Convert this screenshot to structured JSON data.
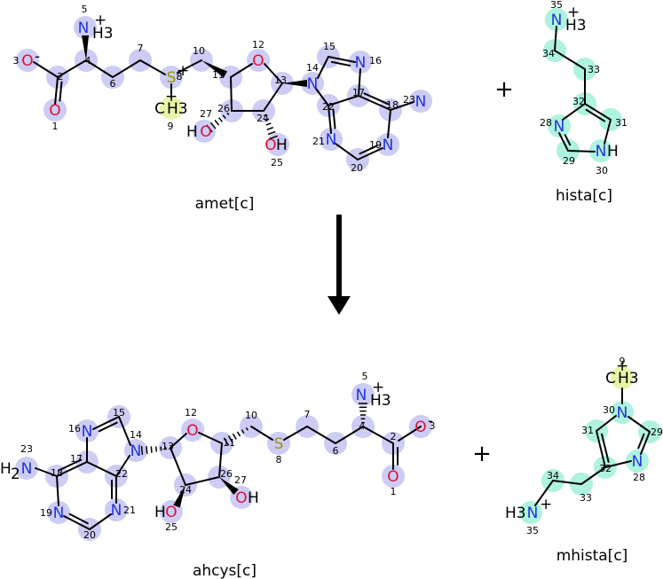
{
  "colors": {
    "carbon": "#000000",
    "nitrogen": "#2233dd",
    "oxygen": "#dd1133",
    "sulfur": "#999900",
    "amet_highlight": "#ccccf5",
    "hista_highlight": "#aef2e0",
    "methyl_highlight": "#e8f4a8",
    "arrow": "#000000"
  },
  "reaction": {
    "plus_symbol": "+",
    "arrow": "reaction-arrow",
    "reactants": [
      {
        "id": "amet",
        "label": "amet[c]"
      },
      {
        "id": "hista",
        "label": "hista[c]"
      }
    ],
    "products": [
      {
        "id": "ahcys",
        "label": "ahcys[c]"
      },
      {
        "id": "mhista",
        "label": "mhista[c]"
      }
    ]
  },
  "atom_symbols": {
    "N": "N",
    "O": "O",
    "S": "S",
    "C": "C",
    "H": "H",
    "3": "3",
    "2": "2",
    "plus": "+",
    "minus": "-"
  },
  "atom_numbers": {
    "amet": [
      "1",
      "2",
      "3",
      "4",
      "5",
      "6",
      "7",
      "8",
      "9",
      "10",
      "11",
      "12",
      "13",
      "14",
      "15",
      "16",
      "17",
      "18",
      "19",
      "20",
      "21",
      "22",
      "23",
      "24",
      "25",
      "26",
      "27"
    ],
    "hista": [
      "28",
      "29",
      "30",
      "31",
      "32",
      "33",
      "34",
      "35"
    ],
    "ahcys": [
      "1",
      "2",
      "3",
      "4",
      "5",
      "6",
      "7",
      "8",
      "10",
      "11",
      "12",
      "13",
      "14",
      "15",
      "16",
      "17",
      "18",
      "19",
      "20",
      "21",
      "22",
      "23",
      "24",
      "25",
      "26",
      "27"
    ],
    "mhista": [
      "9",
      "28",
      "29",
      "30",
      "31",
      "32",
      "33",
      "34",
      "35"
    ]
  }
}
